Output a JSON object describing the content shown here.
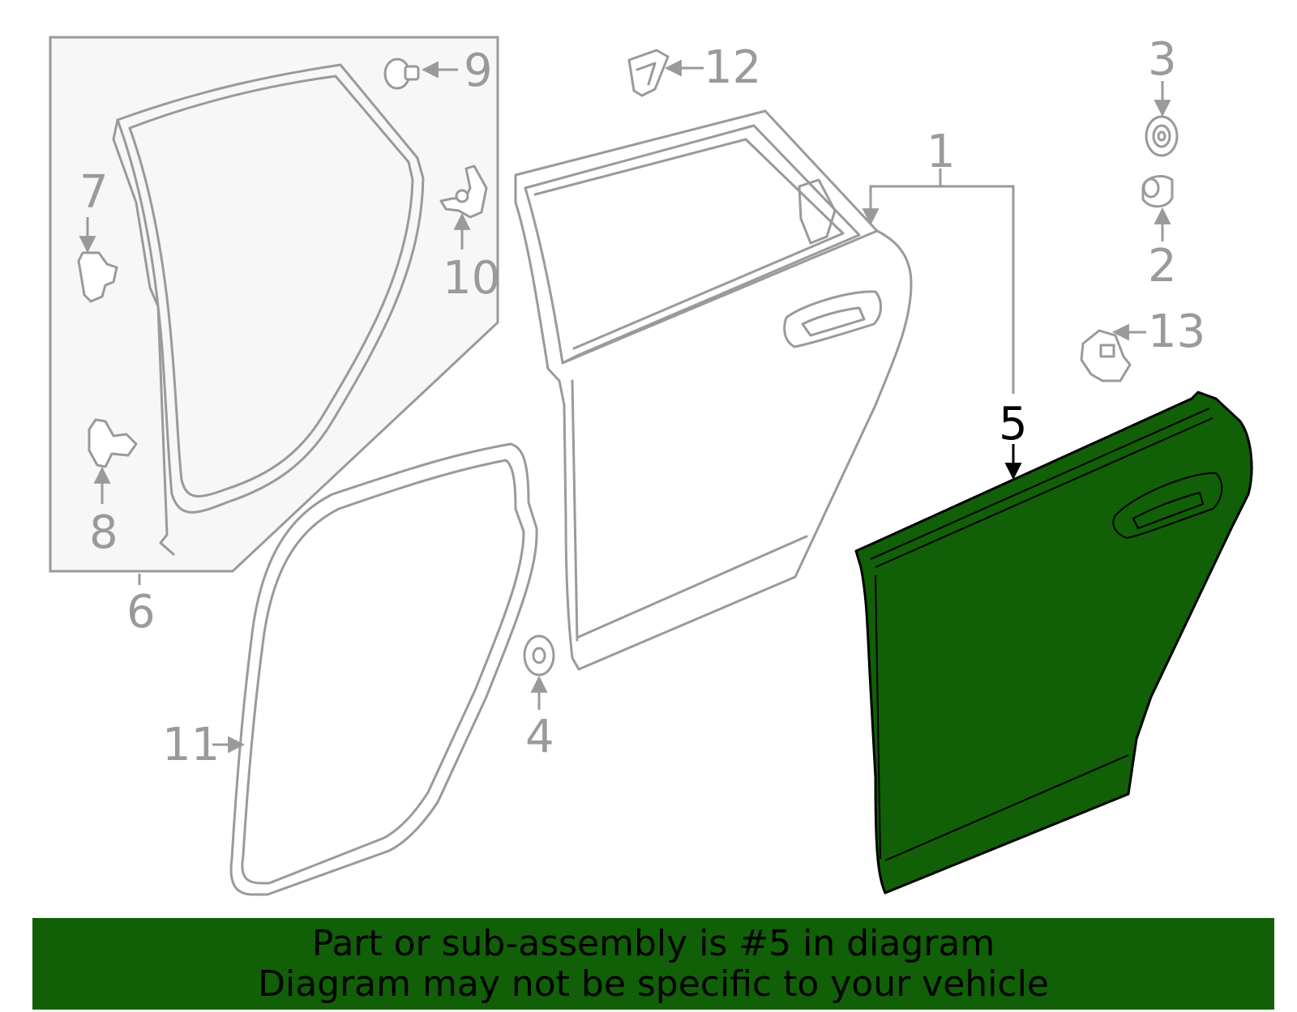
{
  "diagram": {
    "callouts": {
      "c1": "1",
      "c2": "2",
      "c3": "3",
      "c4": "4",
      "c5": "5",
      "c6": "6",
      "c7": "7",
      "c8": "8",
      "c9": "9",
      "c10": "10",
      "c11": "11",
      "c12": "12",
      "c13": "13"
    },
    "highlighted_part": "5",
    "colors": {
      "highlight_fill": "#115f07",
      "banner_fill": "#115f07",
      "line_gray": "#9a9a9a",
      "inset_fill": "#f7f7f7"
    }
  },
  "banner": {
    "line1": "Part or sub-assembly is #5 in diagram",
    "line2": "Diagram may not be specific to your vehicle"
  }
}
